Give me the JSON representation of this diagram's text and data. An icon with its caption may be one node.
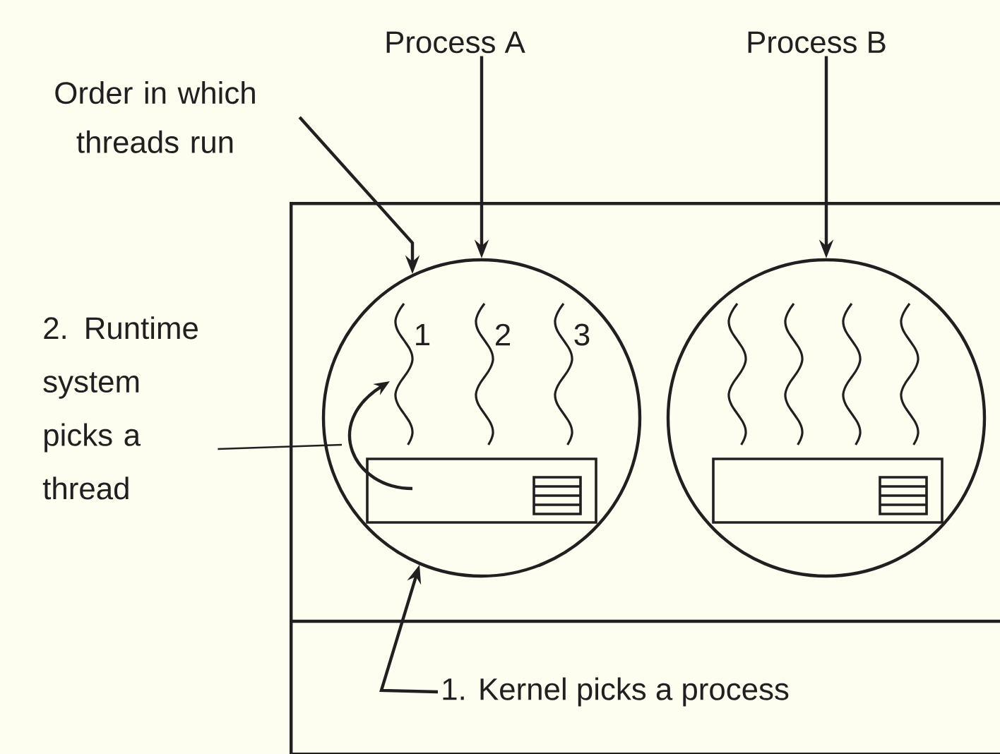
{
  "diagram": {
    "nodes": [
      {
        "text": [
          "Process A"
        ]
      },
      {
        "text": [
          "Process B"
        ]
      },
      {
        "text": [
          "Order in which threads run"
        ]
      },
      {
        "text": [
          "2. Runtime system picks a thread"
        ]
      },
      {
        "text": [],
        "shape": "box"
      },
      {
        "text": [],
        "shape": "circle",
        "in": 4
      },
      {
        "text": [],
        "shape": "circle",
        "in": 4
      },
      {
        "text": [
          "1. Kernel picks a process"
        ],
        "in": 4
      }
    ],
    "edges": [
      {
        "from": 0,
        "to": 5,
        "arrow": "to"
      },
      {
        "from": 1,
        "to": 6,
        "arrow": "to"
      },
      {
        "from": 2,
        "to": 5,
        "arrow": "to"
      },
      {
        "from": 3,
        "to": 5,
        "arrow": "none"
      },
      {
        "from": 7,
        "to": 5,
        "arrow": "to"
      }
    ],
    "labels": [
      "1",
      "2",
      "3"
    ]
  }
}
